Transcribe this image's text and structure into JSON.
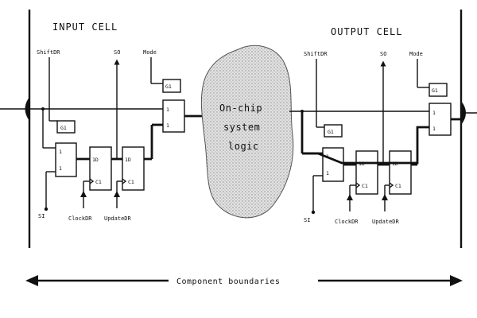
{
  "input_cell": {
    "title": "INPUT CELL",
    "signals": {
      "shift": "ShiftDR",
      "so": "SO",
      "mode": "Mode",
      "si": "SI",
      "clock": "ClockDR",
      "update": "UpdateDR"
    },
    "blocks": {
      "g1": "G1",
      "one": "1",
      "d": "1D",
      "c": "C1"
    }
  },
  "output_cell": {
    "title": "OUTPUT CELL",
    "signals": {
      "shift": "ShiftDR",
      "so": "SO",
      "mode": "Mode",
      "si": "SI",
      "clock": "ClockDR",
      "update": "UpdateDR"
    },
    "blocks": {
      "g1": "G1",
      "one": "1",
      "d": "1D",
      "c": "C1"
    }
  },
  "core": {
    "line1": "On-chip",
    "line2": "system",
    "line3": "logic"
  },
  "boundary": {
    "label": "Component boundaries"
  },
  "colors": {
    "ink": "#111111",
    "background": "#ffffff",
    "blob_fill": "#dcdcdc"
  }
}
